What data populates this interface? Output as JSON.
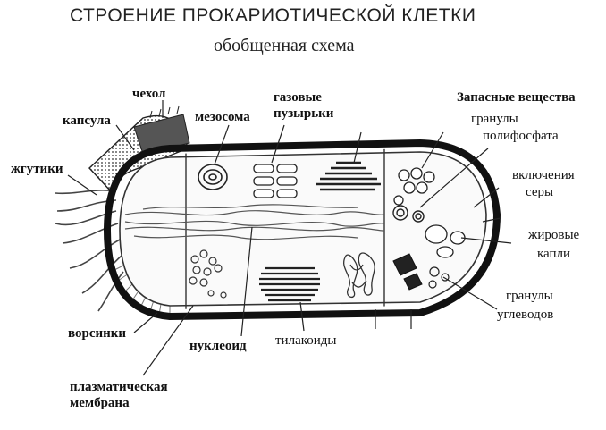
{
  "title": "СТРОЕНИЕ ПРОКАРИОТИЧЕСКОЙ КЛЕТКИ",
  "subtitle": "обобщенная схема",
  "labels": {
    "chehol": "чехол",
    "kapsula": "капсула",
    "zhgutiki": "жгутики",
    "mezosoma": "мезосома",
    "gazovye_1": "газовые",
    "gazovye_2": "пузырьки",
    "zapasnye": "Запасные вещества",
    "polifosfat_1": "гранулы",
    "polifosfat_2": "полифосфата",
    "sera_1": "включения",
    "sera_2": "серы",
    "zhir_1": "жировые",
    "zhir_2": "капли",
    "uglevody_1": "гранулы",
    "uglevody_2": "углеводов",
    "vorsinki": "ворсинки",
    "nukleoid": "нуклеоид",
    "tilakoidy": "тилакоиды",
    "membrana_1": "плазматическая",
    "membrana_2": "мембрана"
  }
}
